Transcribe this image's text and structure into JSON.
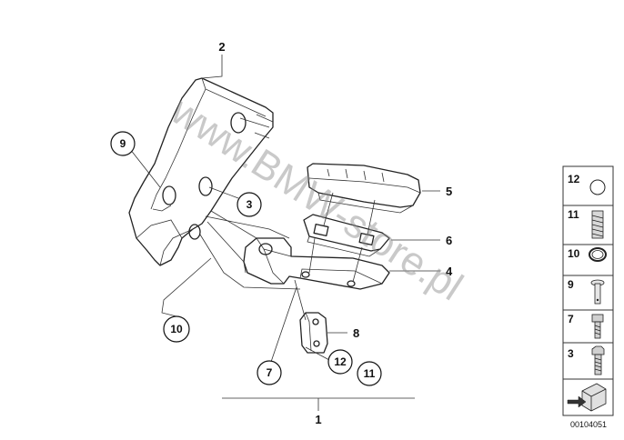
{
  "watermark": "www.BMW-store.pl",
  "callouts": {
    "c9": "9",
    "c3": "3",
    "c10": "10",
    "c7": "7",
    "c12": "12",
    "c11": "11",
    "l2": "2",
    "l5": "5",
    "l6": "6",
    "l4": "4",
    "l8": "8",
    "l1": "1"
  },
  "legend": {
    "items": [
      {
        "label": "12",
        "icon": "o-ring-icon"
      },
      {
        "label": "11",
        "icon": "spring-icon"
      },
      {
        "label": "10",
        "icon": "clip-ring-icon"
      },
      {
        "label": "9",
        "icon": "pin-icon"
      },
      {
        "label": "7",
        "icon": "socket-bolt-icon"
      },
      {
        "label": "3",
        "icon": "hex-bolt-icon"
      },
      {
        "label": "",
        "icon": "assembly-arrow-icon"
      }
    ]
  },
  "diagram_code": "00104051"
}
